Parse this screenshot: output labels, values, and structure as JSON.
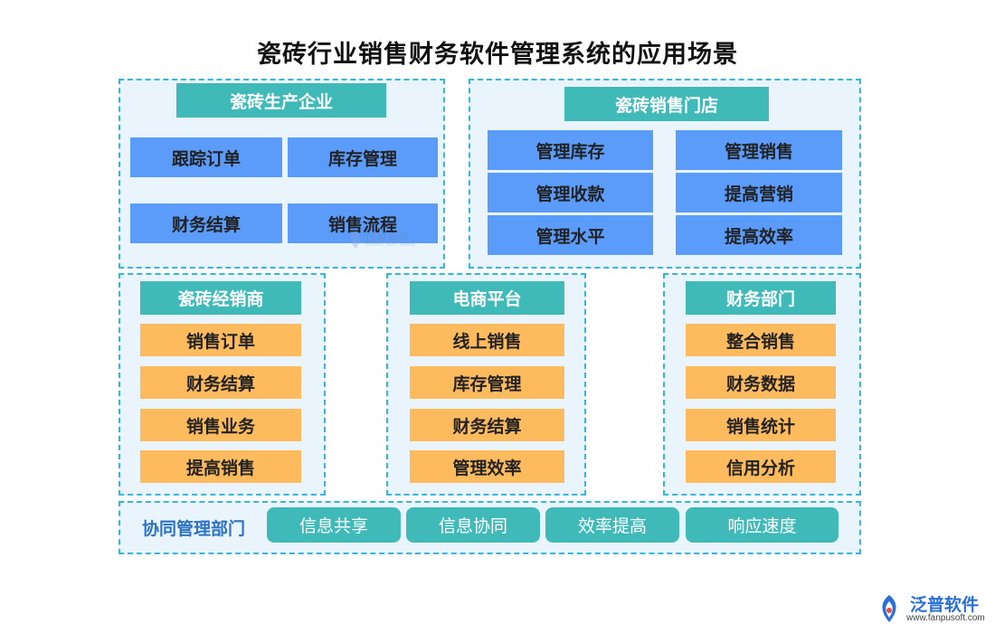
{
  "title": "瓷砖行业销售财务软件管理系统的应用场景",
  "production": {
    "header": "瓷砖生产企业",
    "items": [
      "跟踪订单",
      "库存管理",
      "财务结算",
      "销售流程"
    ]
  },
  "store": {
    "header": "瓷砖销售门店",
    "items": [
      "管理库存",
      "管理销售",
      "管理收款",
      "提高营销",
      "管理水平",
      "提高效率"
    ]
  },
  "dealer": {
    "header": "瓷砖经销商",
    "items": [
      "销售订单",
      "财务结算",
      "销售业务",
      "提高销售"
    ]
  },
  "ecommerce": {
    "header": "电商平台",
    "items": [
      "线上销售",
      "库存管理",
      "财务结算",
      "管理效率"
    ]
  },
  "finance": {
    "header": "财务部门",
    "items": [
      "整合销售",
      "财务数据",
      "销售统计",
      "信用分析"
    ]
  },
  "cooperation": {
    "label": "协同管理部门",
    "items": [
      "信息共享",
      "信息协同",
      "效率提高",
      "响应速度"
    ]
  },
  "logo": {
    "name": "泛普软件",
    "url": "www.fanpusoft.com"
  },
  "watermark": {
    "name": "泛普软件",
    "sub": "FANPU SOFTWARE"
  }
}
